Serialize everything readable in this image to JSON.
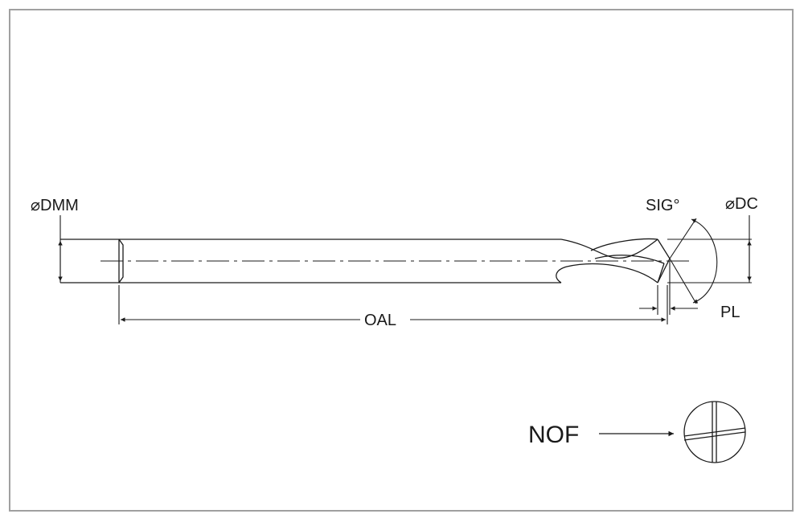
{
  "labels": {
    "dmm": "⌀DMM",
    "dc": "⌀DC",
    "sig": "SIG°",
    "pl": "PL",
    "oal": "OAL",
    "nof": "NOF"
  },
  "colors": {
    "line": "#1a1a1a",
    "frame": "#a0a0a0",
    "background": "#ffffff"
  }
}
